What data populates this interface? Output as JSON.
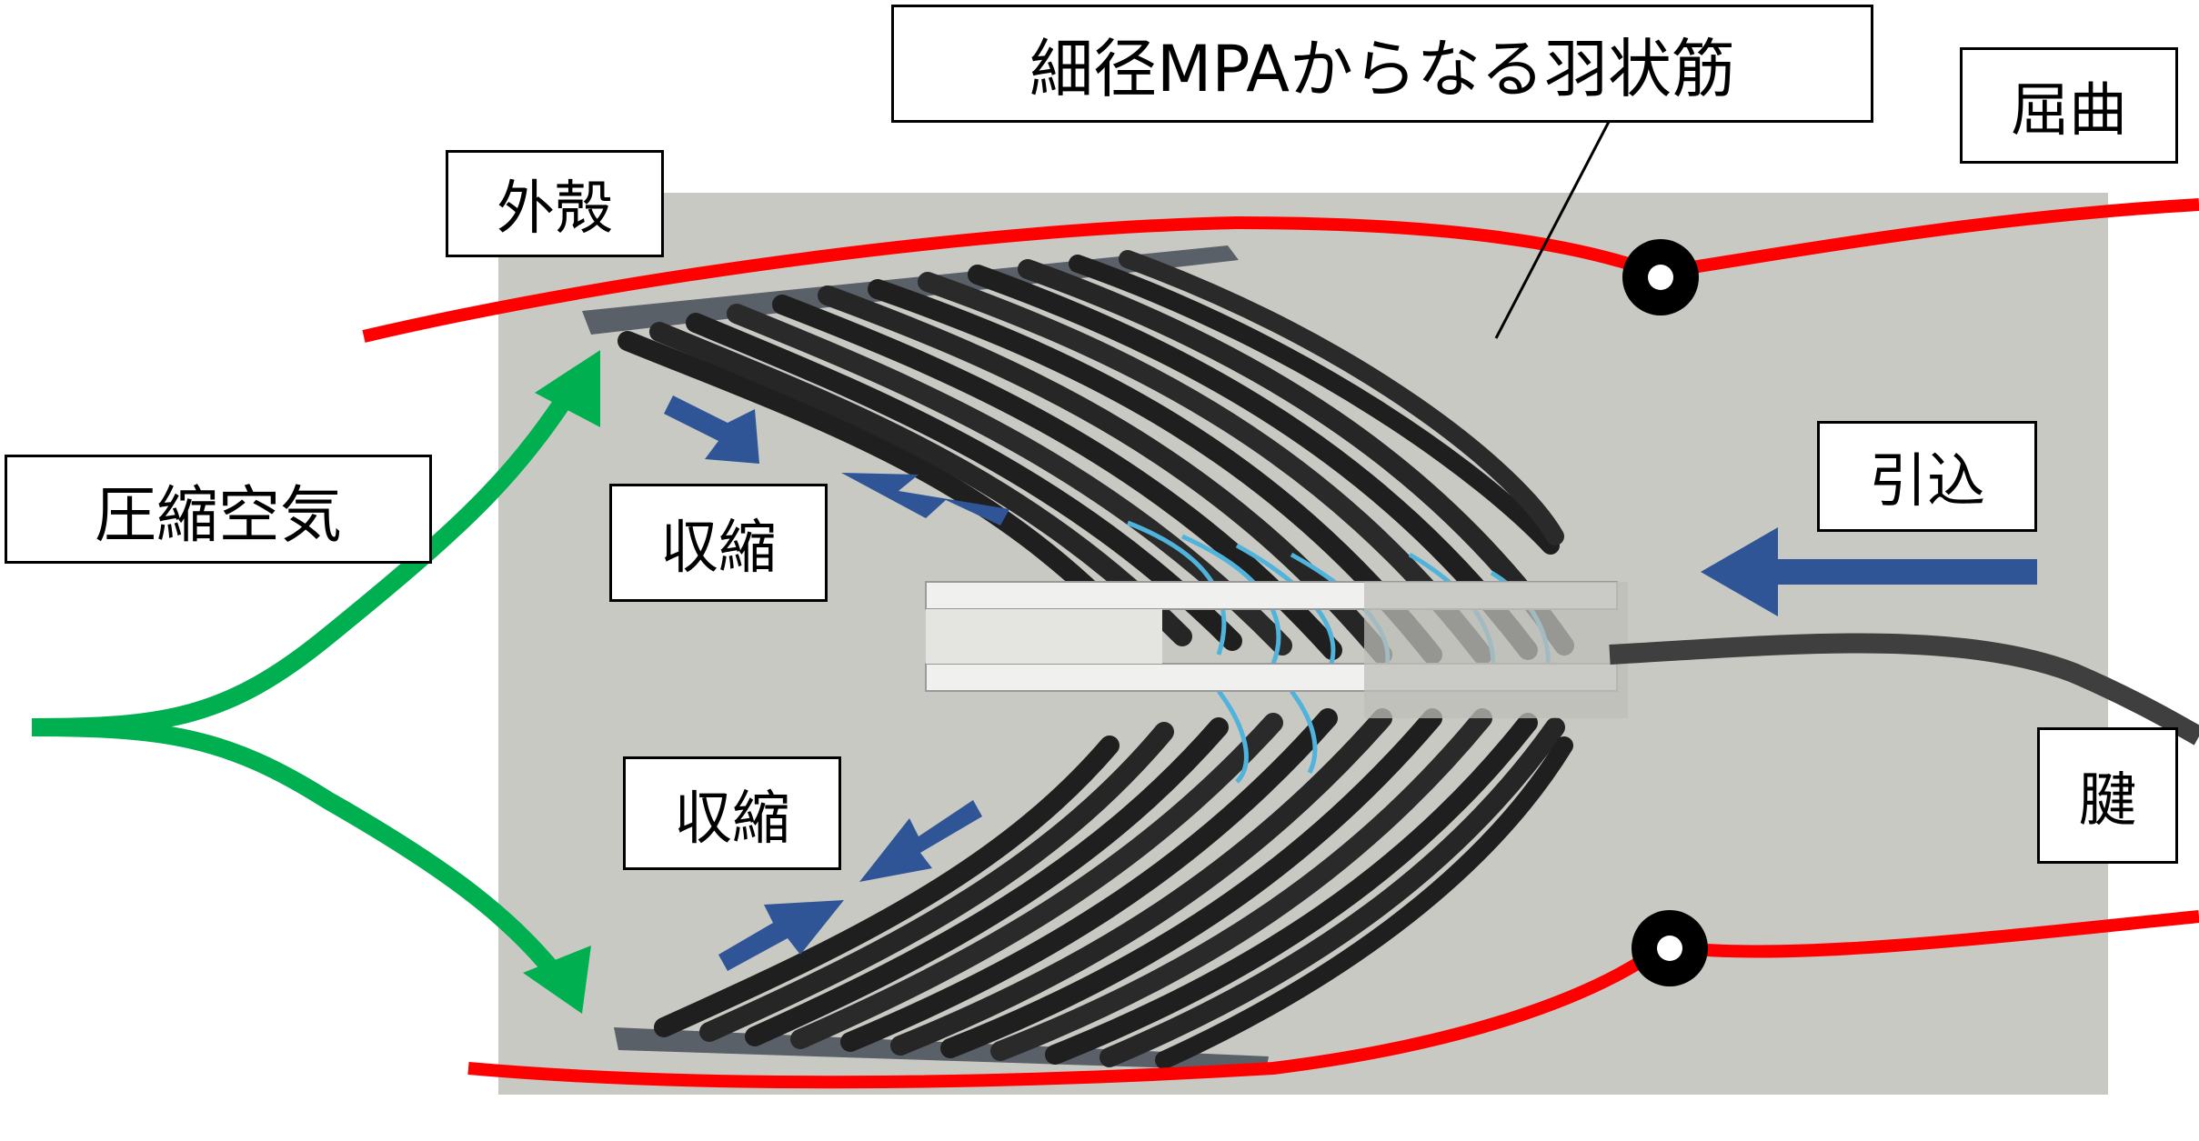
{
  "labels": {
    "title": "細径MPAからなる羽状筋",
    "bend": "屈曲",
    "shell": "外殻",
    "compressed_air": "圧縮空気",
    "pull_in": "引込",
    "contraction_upper": "収縮",
    "contraction_lower": "収縮",
    "tendon": "腱"
  },
  "colors": {
    "shell_line": "#ff0000",
    "air_arrow": "#00b050",
    "force_arrow": "#2f5597",
    "photo_background": "#c9c9c4",
    "muscle": "#2a2a2a",
    "inner_tube": "#4fb3dc"
  },
  "icons": [
    "joint-ring-icon",
    "arrow-icon"
  ]
}
